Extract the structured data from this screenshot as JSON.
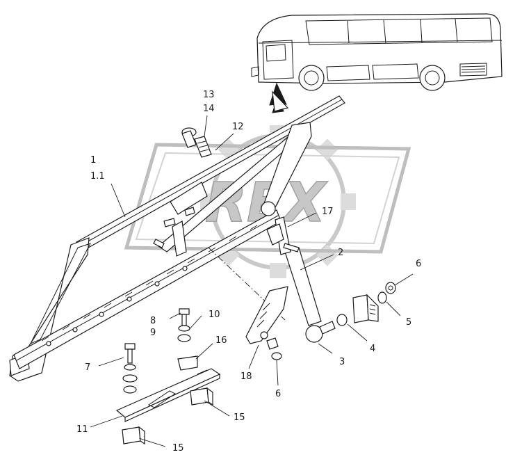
{
  "watermark": {
    "text": "REX"
  },
  "callouts": [
    {
      "id": "13",
      "text": "13"
    },
    {
      "id": "14",
      "text": "14"
    },
    {
      "id": "12",
      "text": "12"
    },
    {
      "id": "1",
      "text": "1"
    },
    {
      "id": "1.1",
      "text": "1.1"
    },
    {
      "id": "17",
      "text": "17"
    },
    {
      "id": "2",
      "text": "2"
    },
    {
      "id": "6a",
      "text": "6"
    },
    {
      "id": "5",
      "text": "5"
    },
    {
      "id": "4",
      "text": "4"
    },
    {
      "id": "3",
      "text": "3"
    },
    {
      "id": "6b",
      "text": "6"
    },
    {
      "id": "18",
      "text": "18"
    },
    {
      "id": "10",
      "text": "10"
    },
    {
      "id": "8",
      "text": "8"
    },
    {
      "id": "9",
      "text": "9"
    },
    {
      "id": "16",
      "text": "16"
    },
    {
      "id": "7",
      "text": "7"
    },
    {
      "id": "11",
      "text": "11"
    },
    {
      "id": "15a",
      "text": "15"
    },
    {
      "id": "15b",
      "text": "15"
    }
  ]
}
